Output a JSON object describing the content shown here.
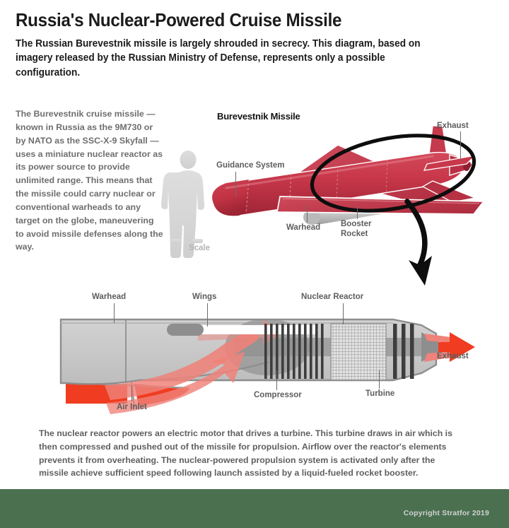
{
  "header": {
    "title": "Russia's Nuclear-Powered Cruise Missile",
    "subtitle": "The Russian Burevestnik missile is largely shrouded in secrecy. This diagram, based on imagery released by the Russian Ministry of Defense, represents only a possible configuration."
  },
  "intro": {
    "text": "The Burevestnik cruise missile — known in Russia as the 9M730 or by NATO as the SSC-X-9 Skyfall — uses a miniature nuclear reactor as its power source to provide unlimited range. This means that the missile could carry nuclear or conventional warheads to any target on the globe, maneuvering to avoid missile defenses along the way."
  },
  "exterior": {
    "heading": "Burevestnik Missile",
    "labels": {
      "scale": "Scale",
      "guidance_system": "Guidance System",
      "warhead": "Warhead",
      "booster_rocket": "Booster\nRocket",
      "exhaust": "Exhaust"
    }
  },
  "cutaway": {
    "labels": {
      "warhead": "Warhead",
      "wings": "Wings",
      "nuclear_reactor": "Nuclear Reactor",
      "compressor": "Compressor",
      "turbine": "Turbine",
      "air_inlet": "Air Inlet",
      "exhaust": "Exhaust"
    }
  },
  "caption": {
    "text": "The nuclear reactor powers an electric motor that drives a turbine. This turbine draws in air which is then compressed and pushed out of the missile for propulsion. Airflow over the reactor's elements prevents it from overheating. The nuclear-powered propulsion system is activated only after the missile achieve sufficient speed following launch assisted by a liquid-fueled rocket booster."
  },
  "footer": {
    "copyright": "Copyright Stratfor 2019"
  },
  "colors": {
    "background": "#ffffff",
    "page_border": "#4a7050",
    "missile_red": "#c9384b",
    "missile_red_dark": "#a82a3c",
    "accent_red": "#f03c20",
    "airflow_red": "#ef8279",
    "body_gray": "#c9c9c9",
    "body_gray_dark": "#9a9a9a",
    "label_gray": "#5d5d5d",
    "text_dark": "#1b1b1b"
  }
}
